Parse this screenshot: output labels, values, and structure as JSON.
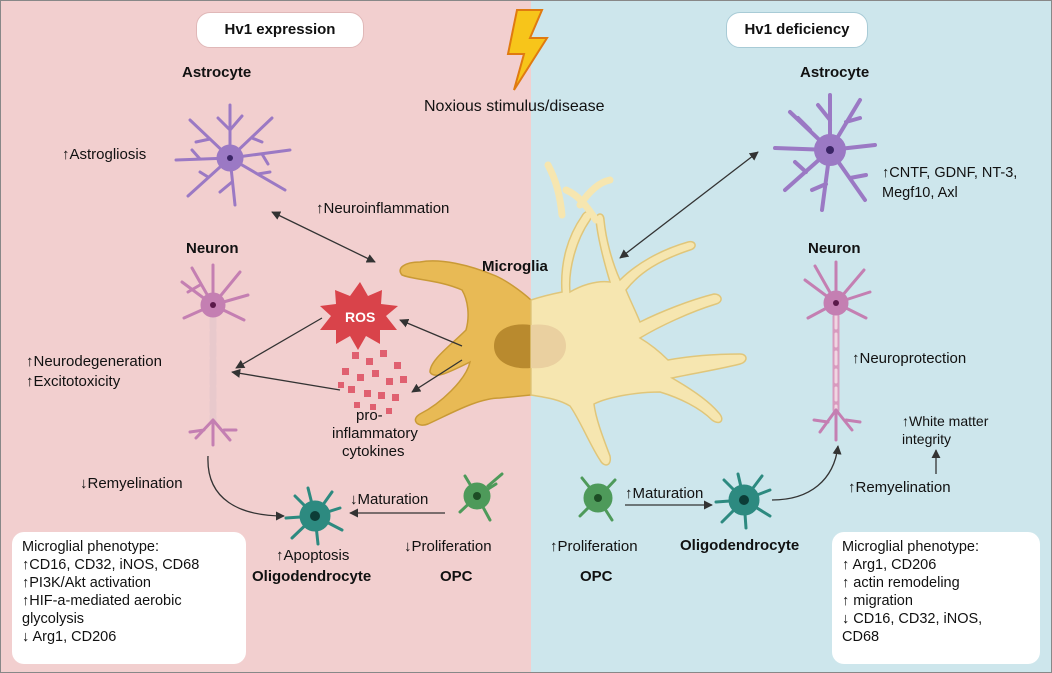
{
  "left_panel": {
    "title": "Hv1 expression",
    "astrocyte_label": "Astrocyte",
    "astrogliosis": "↑Astrogliosis",
    "neuroinflammation": "↑Neuroinflammation",
    "neuron_label": "Neuron",
    "ros_label": "ROS",
    "neurodegeneration": "↑Neurodegeneration",
    "excitotoxicity": "↑Excitotoxicity",
    "cytokines_lines": [
      "pro-",
      "inflammatory",
      "cytokines"
    ],
    "remyelination": "↓Remyelination",
    "maturation": "↓Maturation",
    "apoptosis": "↑Apoptosis",
    "proliferation": "↓Proliferation",
    "oligodendrocyte_label": "Oligodendrocyte",
    "opc_label": "OPC",
    "phenotype_lines": [
      "Microglial phenotype:",
      "↑CD16, CD32, iNOS, CD68",
      "↑PI3K/Akt activation",
      "↑HIF-a-mediated aerobic",
      "glycolysis",
      "↓ Arg1, CD206"
    ]
  },
  "center": {
    "stimulus": "Noxious stimulus/disease",
    "microglia_label": "Microglia"
  },
  "right_panel": {
    "title": "Hv1 deficiency",
    "astrocyte_label": "Astrocyte",
    "factors_lines": [
      "↑CNTF, GDNF, NT-3,",
      "Megf10, Axl"
    ],
    "neuron_label": "Neuron",
    "neuroprotection": "↑Neuroprotection",
    "white_matter_lines": [
      "↑White matter",
      "integrity"
    ],
    "remyelination": "↑Remyelination",
    "maturation": "↑Maturation",
    "proliferation": "↑Proliferation",
    "opc_label": "OPC",
    "oligodendrocyte_label": "Oligodendrocyte",
    "phenotype_lines": [
      "Microglial phenotype:",
      "↑ Arg1, CD206",
      "↑ actin remodeling",
      "↑ migration",
      "↓ CD16, CD32, iNOS,",
      "CD68"
    ]
  },
  "colors": {
    "left_bg": "#f2cfcf",
    "right_bg": "#cde6ec",
    "astrocyte": "#9b79c4",
    "neuron": "#c47fb2",
    "microglia_left": "#e8ba55",
    "microglia_right": "#f6e6b0",
    "ros": "#d9434a",
    "oligo": "#2d8a80",
    "opc": "#4e9a5a",
    "lightning": "#f7c51a"
  }
}
